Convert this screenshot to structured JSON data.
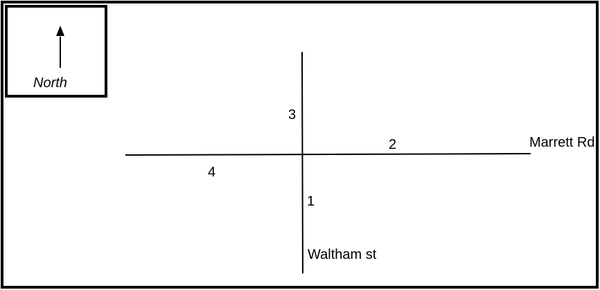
{
  "compass": {
    "label": "North",
    "icon": "north-arrow-icon"
  },
  "streets": {
    "horizontal": "Marrett Rd",
    "vertical": "Waltham st"
  },
  "segments": {
    "one": "1",
    "two": "2",
    "three": "3",
    "four": "4"
  },
  "colors": {
    "line": "#000000",
    "background": "#ffffff"
  }
}
